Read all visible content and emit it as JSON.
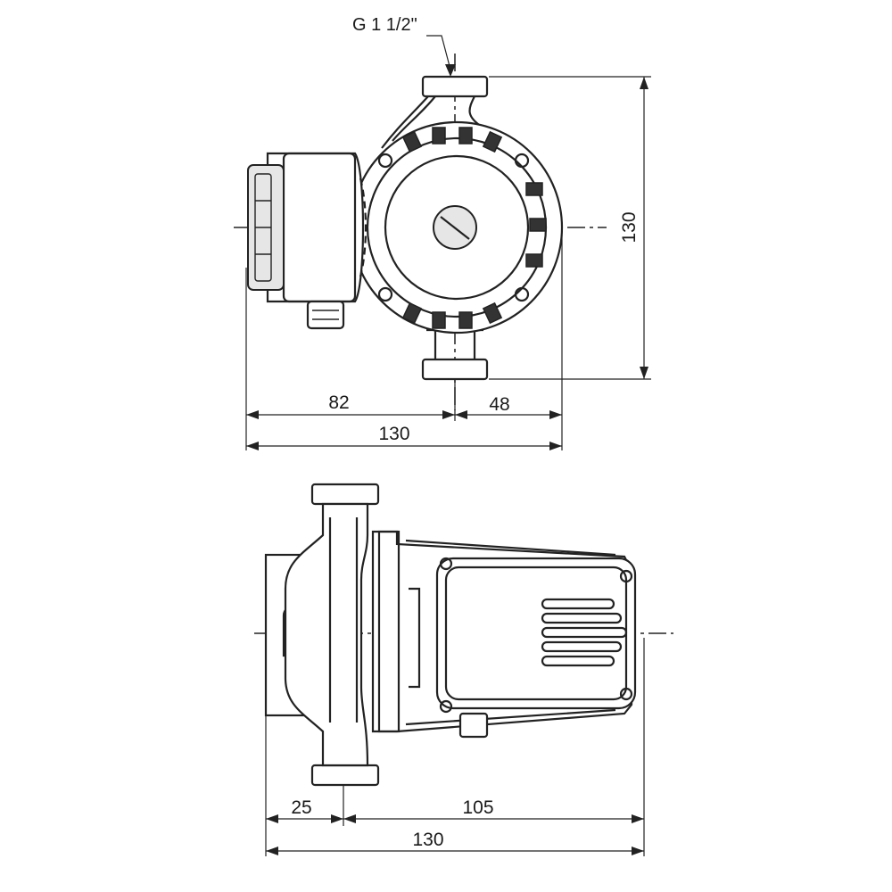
{
  "top_view": {
    "thread_label": "G 1 1/2\"",
    "dim_height": "130",
    "dim_left": "82",
    "dim_right": "48",
    "dim_total_width": "130"
  },
  "side_view": {
    "dim_left": "25",
    "dim_right": "105",
    "dim_total_width": "130"
  }
}
